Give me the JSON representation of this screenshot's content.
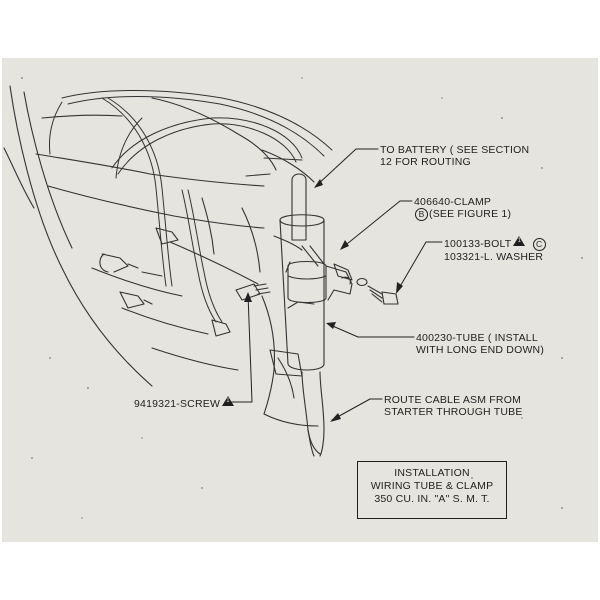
{
  "labels": {
    "battery_line1": "TO BATTERY ( SEE SECTION",
    "battery_line2": "12 FOR ROUTING",
    "clamp_line1": "406640-CLAMP",
    "clamp_circle": "B",
    "clamp_line2_rest": "(SEE FIGURE 1)",
    "bolt_line1": "100133-BOLT",
    "bolt_triangle": "1",
    "bolt_circle": "C",
    "washer_line": "103321-L. WASHER",
    "tube_line1": "400230-TUBE ( INSTALL",
    "tube_line2": "WITH LONG END DOWN)",
    "route_line1": "ROUTE CABLE ASM FROM",
    "route_line2": "STARTER THROUGH TUBE",
    "screw_label": "9419321-SCREW",
    "screw_triangle": "1"
  },
  "title_box": {
    "line1": "INSTALLATION",
    "line2": "WIRING TUBE & CLAMP",
    "line3": "350 CU. IN. \"A\" S. M. T."
  }
}
